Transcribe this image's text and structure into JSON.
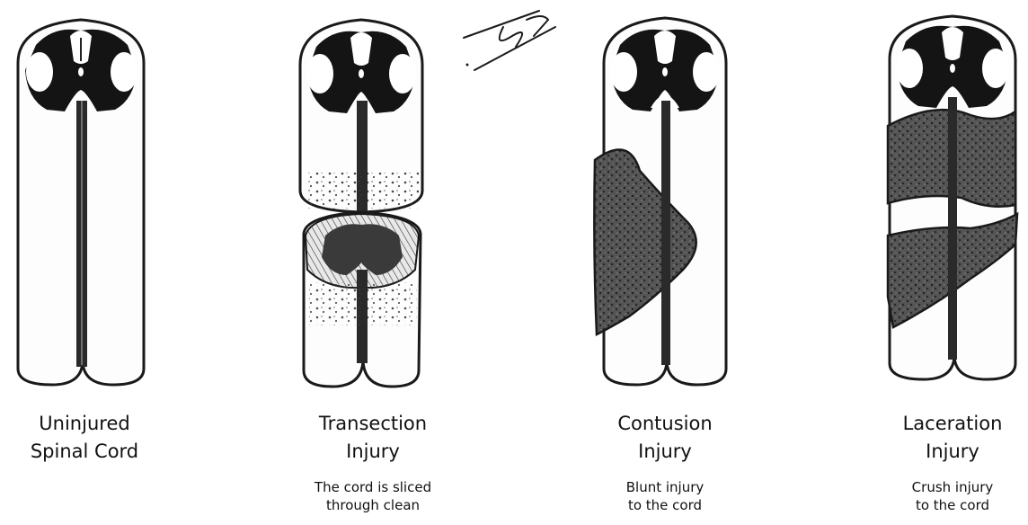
{
  "figure": {
    "panels": [
      {
        "id": "uninjured",
        "title": "Uninjured\nSpinal Cord",
        "description": ""
      },
      {
        "id": "transection",
        "title": "Transection\nInjury",
        "description": "The cord is sliced\nthrough clean"
      },
      {
        "id": "contusion",
        "title": "Contusion\nInjury",
        "description": "Blunt injury\nto the cord"
      },
      {
        "id": "laceration",
        "title": "Laceration\nInjury",
        "description": "Crush injury\nto the cord"
      }
    ],
    "colors": {
      "ink": "#1a1a1a",
      "grey_matter": "#141414",
      "paper": "#ffffff",
      "shade": "#4a4a4a"
    }
  }
}
